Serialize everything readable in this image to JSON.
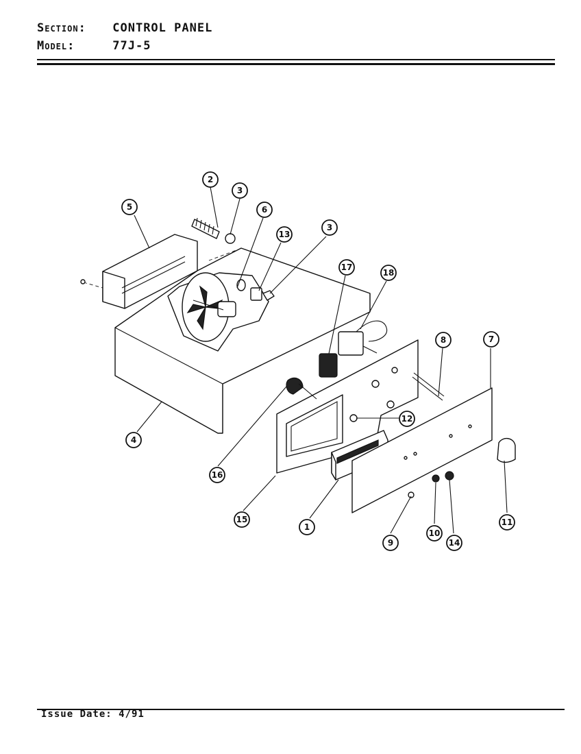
{
  "header": {
    "section_label": "Section:",
    "section_value": "CONTROL PANEL",
    "model_label": "Model:",
    "model_value": "77J-5"
  },
  "footer": {
    "issue_date": "Issue Date: 4/91"
  },
  "callouts": [
    "2",
    "3",
    "5",
    "6",
    "13",
    "3",
    "17",
    "18",
    "8",
    "7",
    "4",
    "16",
    "12",
    "15",
    "1",
    "9",
    "10",
    "14",
    "11"
  ]
}
